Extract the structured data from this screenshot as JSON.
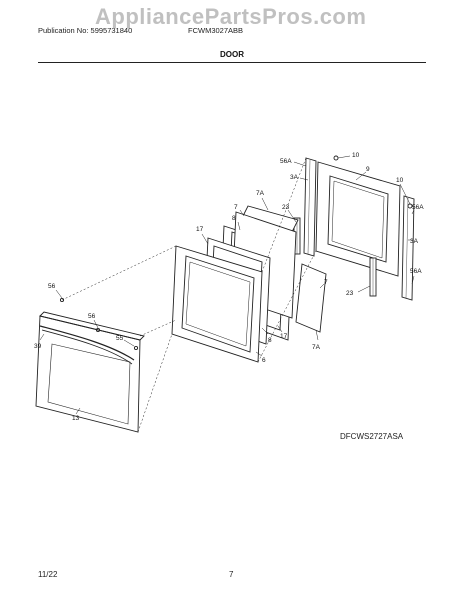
{
  "header": {
    "publication": "Publication No: 5995731840",
    "model": "FCWM3027ABB",
    "watermark": "AppliancePartsPros.com",
    "section_title": "DOOR"
  },
  "diagram": {
    "code": "DFCWS2727ASA",
    "callouts": {
      "c10a": "10",
      "c56a_top": "56A",
      "c9": "9",
      "c3a_top": "3A",
      "c10b": "10",
      "c56a_right": "56A",
      "c3a_right": "3A",
      "c56a_lower": "56A",
      "c7a_top": "7A",
      "c7_top": "7",
      "c23_top": "23",
      "c23_bottom": "23",
      "c17_left": "17",
      "c8_top": "8",
      "c56_left": "56",
      "c56_mid": "56",
      "c55": "55",
      "c39": "39",
      "c13": "13",
      "c8_bottom": "8",
      "c17_bottom": "17",
      "c6": "6",
      "c7a_bottom": "7A",
      "c7_right": "7"
    }
  },
  "footer": {
    "date": "11/22",
    "page": "7"
  }
}
